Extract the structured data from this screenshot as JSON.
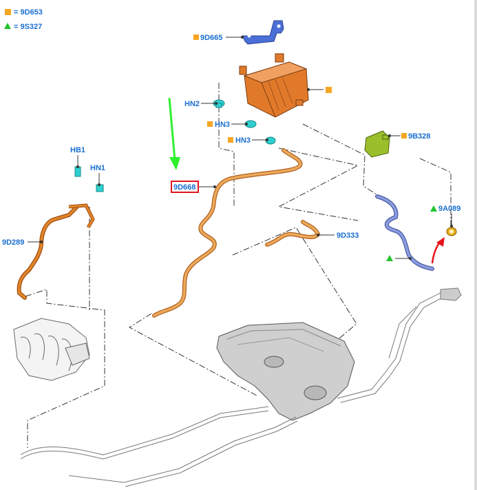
{
  "legend": [
    {
      "symbol": "square",
      "text": "= 9D653"
    },
    {
      "symbol": "triangle",
      "text": "= 9S327"
    }
  ],
  "callouts": {
    "c9D665": "9D665",
    "cHN2": "HN2",
    "cHN3a": "HN3",
    "cHN3b": "HN3",
    "c9B328": "9B328",
    "cHB1": "HB1",
    "cHN1": "HN1",
    "c9D668": "9D668",
    "c9A089": "9A089",
    "c9D289": "9D289",
    "c9D333": "9D333"
  },
  "colors": {
    "label": "#1a6fd0",
    "marker_square": "#f5a623",
    "marker_triangle": "#22c42b",
    "highlight_box": "#e0141b",
    "direction_arrow": "#2ef02e",
    "install_arrow": "#e8141b",
    "canister": "#e07a2a",
    "tube_orange": "#ecaa5a",
    "bracket_blue": "#4a6fd6",
    "tube_blue": "#8c9ee0",
    "valve_green": "#9bbf2a",
    "clip_cyan": "#2fd0d0",
    "cap_yellow": "#e8b020",
    "tank_grey": "#cfcfcf",
    "outline": "#333333"
  }
}
